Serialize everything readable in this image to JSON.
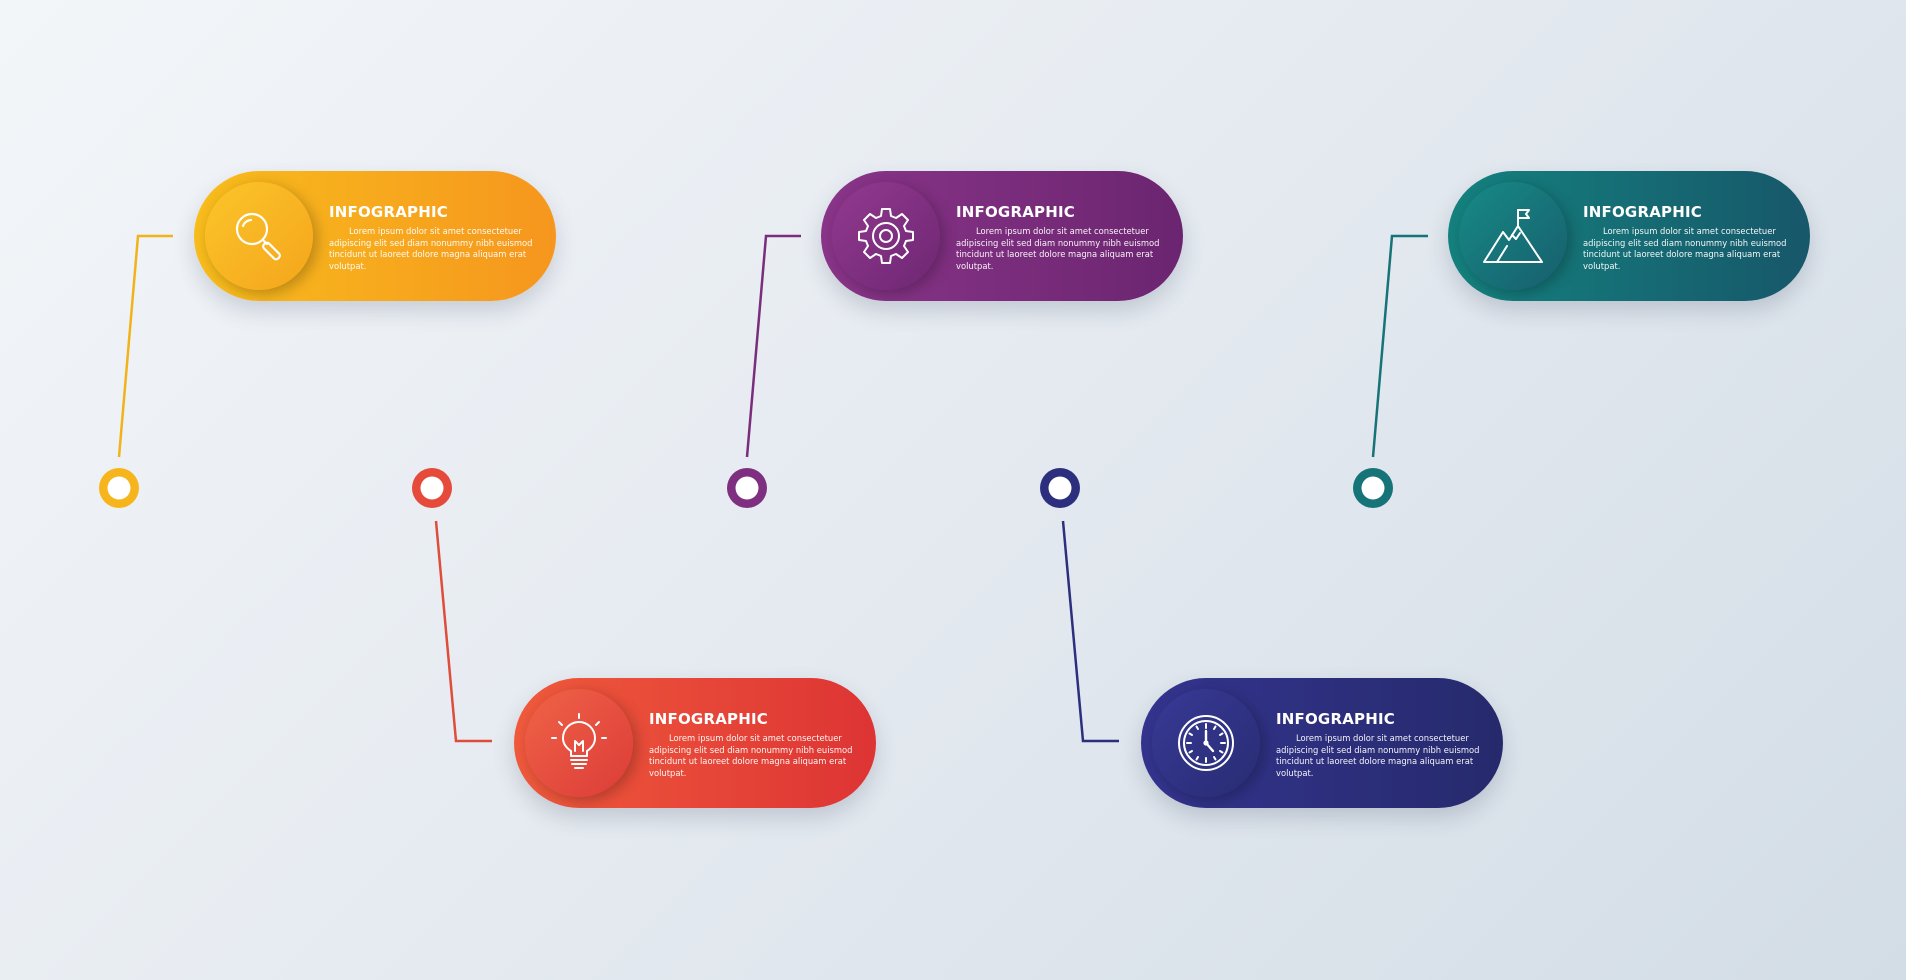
{
  "colors": {
    "step1": "#f7aa1d",
    "step2": "#e54a3a",
    "step3": "#7e2f7f",
    "step4": "#2c2f7d",
    "step5": "#167378"
  },
  "steps": [
    {
      "title": "INFOGRAPHIC",
      "body": "Lorem ipsum dolor sit amet consectetuer adipiscing elit sed diam nonummy nibh euismod tincidunt ut laoreet dolore magna aliquam erat volutpat.",
      "icon": "magnifier-icon"
    },
    {
      "title": "INFOGRAPHIC",
      "body": "Lorem ipsum dolor sit amet consectetuer adipiscing elit sed diam nonummy nibh euismod tincidunt ut laoreet dolore magna aliquam erat volutpat.",
      "icon": "lightbulb-icon"
    },
    {
      "title": "INFOGRAPHIC",
      "body": "Lorem ipsum dolor sit amet consectetuer adipiscing elit sed diam nonummy nibh euismod tincidunt ut laoreet dolore magna aliquam erat volutpat.",
      "icon": "gear-icon"
    },
    {
      "title": "INFOGRAPHIC",
      "body": "Lorem ipsum dolor sit amet consectetuer adipiscing elit sed diam nonummy nibh euismod tincidunt ut laoreet dolore magna aliquam erat volutpat.",
      "icon": "clock-icon"
    },
    {
      "title": "INFOGRAPHIC",
      "body": "Lorem ipsum dolor sit amet consectetuer adipiscing elit sed diam nonummy nibh euismod tincidunt ut laoreet dolore magna aliquam erat volutpat.",
      "icon": "mountain-flag-icon"
    }
  ]
}
